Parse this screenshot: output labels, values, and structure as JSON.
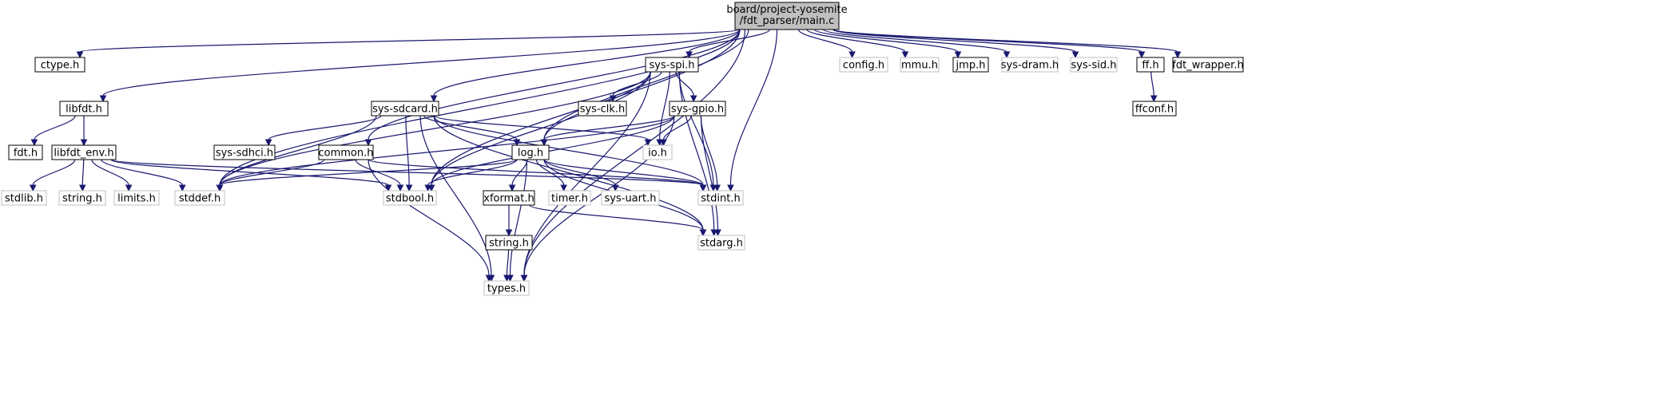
{
  "graph": {
    "root_lines": [
      "board/project-yosemite",
      "/fdt_parser/main.c"
    ],
    "nodes": {
      "main": {
        "label": "board/project-yosemite/fdt_parser/main.c",
        "kind": "root"
      },
      "ctype": {
        "label": "ctype.h",
        "kind": "doc"
      },
      "libfdt": {
        "label": "libfdt.h",
        "kind": "doc"
      },
      "fdt": {
        "label": "fdt.h",
        "kind": "doc"
      },
      "libfdt_env": {
        "label": "libfdt_env.h",
        "kind": "doc"
      },
      "stdlib": {
        "label": "stdlib.h",
        "kind": "sys"
      },
      "string_sys": {
        "label": "string.h",
        "kind": "sys"
      },
      "limits": {
        "label": "limits.h",
        "kind": "sys"
      },
      "stddef": {
        "label": "stddef.h",
        "kind": "sys"
      },
      "sys_sdcard": {
        "label": "sys-sdcard.h",
        "kind": "doc"
      },
      "sys_sdhci": {
        "label": "sys-sdhci.h",
        "kind": "doc"
      },
      "common": {
        "label": "common.h",
        "kind": "doc"
      },
      "stdbool": {
        "label": "stdbool.h",
        "kind": "sys"
      },
      "sys_spi": {
        "label": "sys-spi.h",
        "kind": "doc"
      },
      "sys_clk": {
        "label": "sys-clk.h",
        "kind": "doc"
      },
      "sys_gpio": {
        "label": "sys-gpio.h",
        "kind": "doc"
      },
      "log": {
        "label": "log.h",
        "kind": "doc"
      },
      "io": {
        "label": "io.h",
        "kind": "sys"
      },
      "xformat": {
        "label": "xformat.h",
        "kind": "doc"
      },
      "string_doc": {
        "label": "string.h",
        "kind": "doc"
      },
      "timer": {
        "label": "timer.h",
        "kind": "sys"
      },
      "sys_uart": {
        "label": "sys-uart.h",
        "kind": "sys"
      },
      "stdint": {
        "label": "stdint.h",
        "kind": "sys"
      },
      "stdarg": {
        "label": "stdarg.h",
        "kind": "sys"
      },
      "types": {
        "label": "types.h",
        "kind": "sys"
      },
      "config": {
        "label": "config.h",
        "kind": "sys"
      },
      "mmu": {
        "label": "mmu.h",
        "kind": "sys"
      },
      "jmp": {
        "label": "jmp.h",
        "kind": "doc"
      },
      "sys_dram": {
        "label": "sys-dram.h",
        "kind": "sys"
      },
      "sys_sid": {
        "label": "sys-sid.h",
        "kind": "sys"
      },
      "ff": {
        "label": "ff.h",
        "kind": "doc"
      },
      "ffconf": {
        "label": "ffconf.h",
        "kind": "doc"
      },
      "fdt_wrapper": {
        "label": "fdt_wrapper.h",
        "kind": "doc"
      }
    },
    "edges": [
      [
        "main",
        "ctype"
      ],
      [
        "main",
        "libfdt"
      ],
      [
        "main",
        "stddef"
      ],
      [
        "main",
        "sys_sdcard"
      ],
      [
        "main",
        "common"
      ],
      [
        "main",
        "stdbool"
      ],
      [
        "main",
        "log"
      ],
      [
        "main",
        "sys_spi"
      ],
      [
        "main",
        "stdint"
      ],
      [
        "main",
        "types"
      ],
      [
        "main",
        "config"
      ],
      [
        "main",
        "mmu"
      ],
      [
        "main",
        "jmp"
      ],
      [
        "main",
        "sys_dram"
      ],
      [
        "main",
        "sys_sid"
      ],
      [
        "main",
        "ff"
      ],
      [
        "main",
        "fdt_wrapper"
      ],
      [
        "libfdt",
        "fdt"
      ],
      [
        "libfdt",
        "libfdt_env"
      ],
      [
        "libfdt_env",
        "stdlib"
      ],
      [
        "libfdt_env",
        "string_sys"
      ],
      [
        "libfdt_env",
        "limits"
      ],
      [
        "libfdt_env",
        "stddef"
      ],
      [
        "libfdt_env",
        "stdbool"
      ],
      [
        "libfdt_env",
        "stdint"
      ],
      [
        "sys_sdcard",
        "sys_sdhci"
      ],
      [
        "sys_sdcard",
        "stddef"
      ],
      [
        "sys_sdcard",
        "stdbool"
      ],
      [
        "sys_sdcard",
        "log"
      ],
      [
        "sys_sdcard",
        "types"
      ],
      [
        "sys_sdcard",
        "io"
      ],
      [
        "sys_sdcard",
        "stdint"
      ],
      [
        "sys_sdcard",
        "stdarg"
      ],
      [
        "common",
        "stddef"
      ],
      [
        "common",
        "stdbool"
      ],
      [
        "common",
        "stdint"
      ],
      [
        "common",
        "types"
      ],
      [
        "sys_spi",
        "sys_clk"
      ],
      [
        "sys_spi",
        "sys_gpio"
      ],
      [
        "sys_spi",
        "log"
      ],
      [
        "sys_spi",
        "io"
      ],
      [
        "sys_spi",
        "stddef"
      ],
      [
        "sys_spi",
        "stdbool"
      ],
      [
        "sys_spi",
        "stdint"
      ],
      [
        "sys_spi",
        "stdarg"
      ],
      [
        "sys_spi",
        "types"
      ],
      [
        "sys_gpio",
        "log"
      ],
      [
        "sys_gpio",
        "io"
      ],
      [
        "sys_gpio",
        "stdint"
      ],
      [
        "sys_gpio",
        "stdbool"
      ],
      [
        "sys_gpio",
        "stddef"
      ],
      [
        "sys_gpio",
        "stdarg"
      ],
      [
        "sys_gpio",
        "types"
      ],
      [
        "log",
        "xformat"
      ],
      [
        "log",
        "timer"
      ],
      [
        "log",
        "sys_uart"
      ],
      [
        "log",
        "stdint"
      ],
      [
        "log",
        "stdbool"
      ],
      [
        "log",
        "stddef"
      ],
      [
        "log",
        "stdarg"
      ],
      [
        "log",
        "types"
      ],
      [
        "xformat",
        "string_doc"
      ],
      [
        "xformat",
        "stdarg"
      ],
      [
        "string_doc",
        "types"
      ],
      [
        "ff",
        "ffconf"
      ]
    ]
  },
  "colors": {
    "root_fill": "#bfbfbf",
    "root_stroke": "#000000",
    "doc_stroke": "#000000",
    "sys_stroke": "#bfbfbf",
    "edge": "#191970"
  }
}
